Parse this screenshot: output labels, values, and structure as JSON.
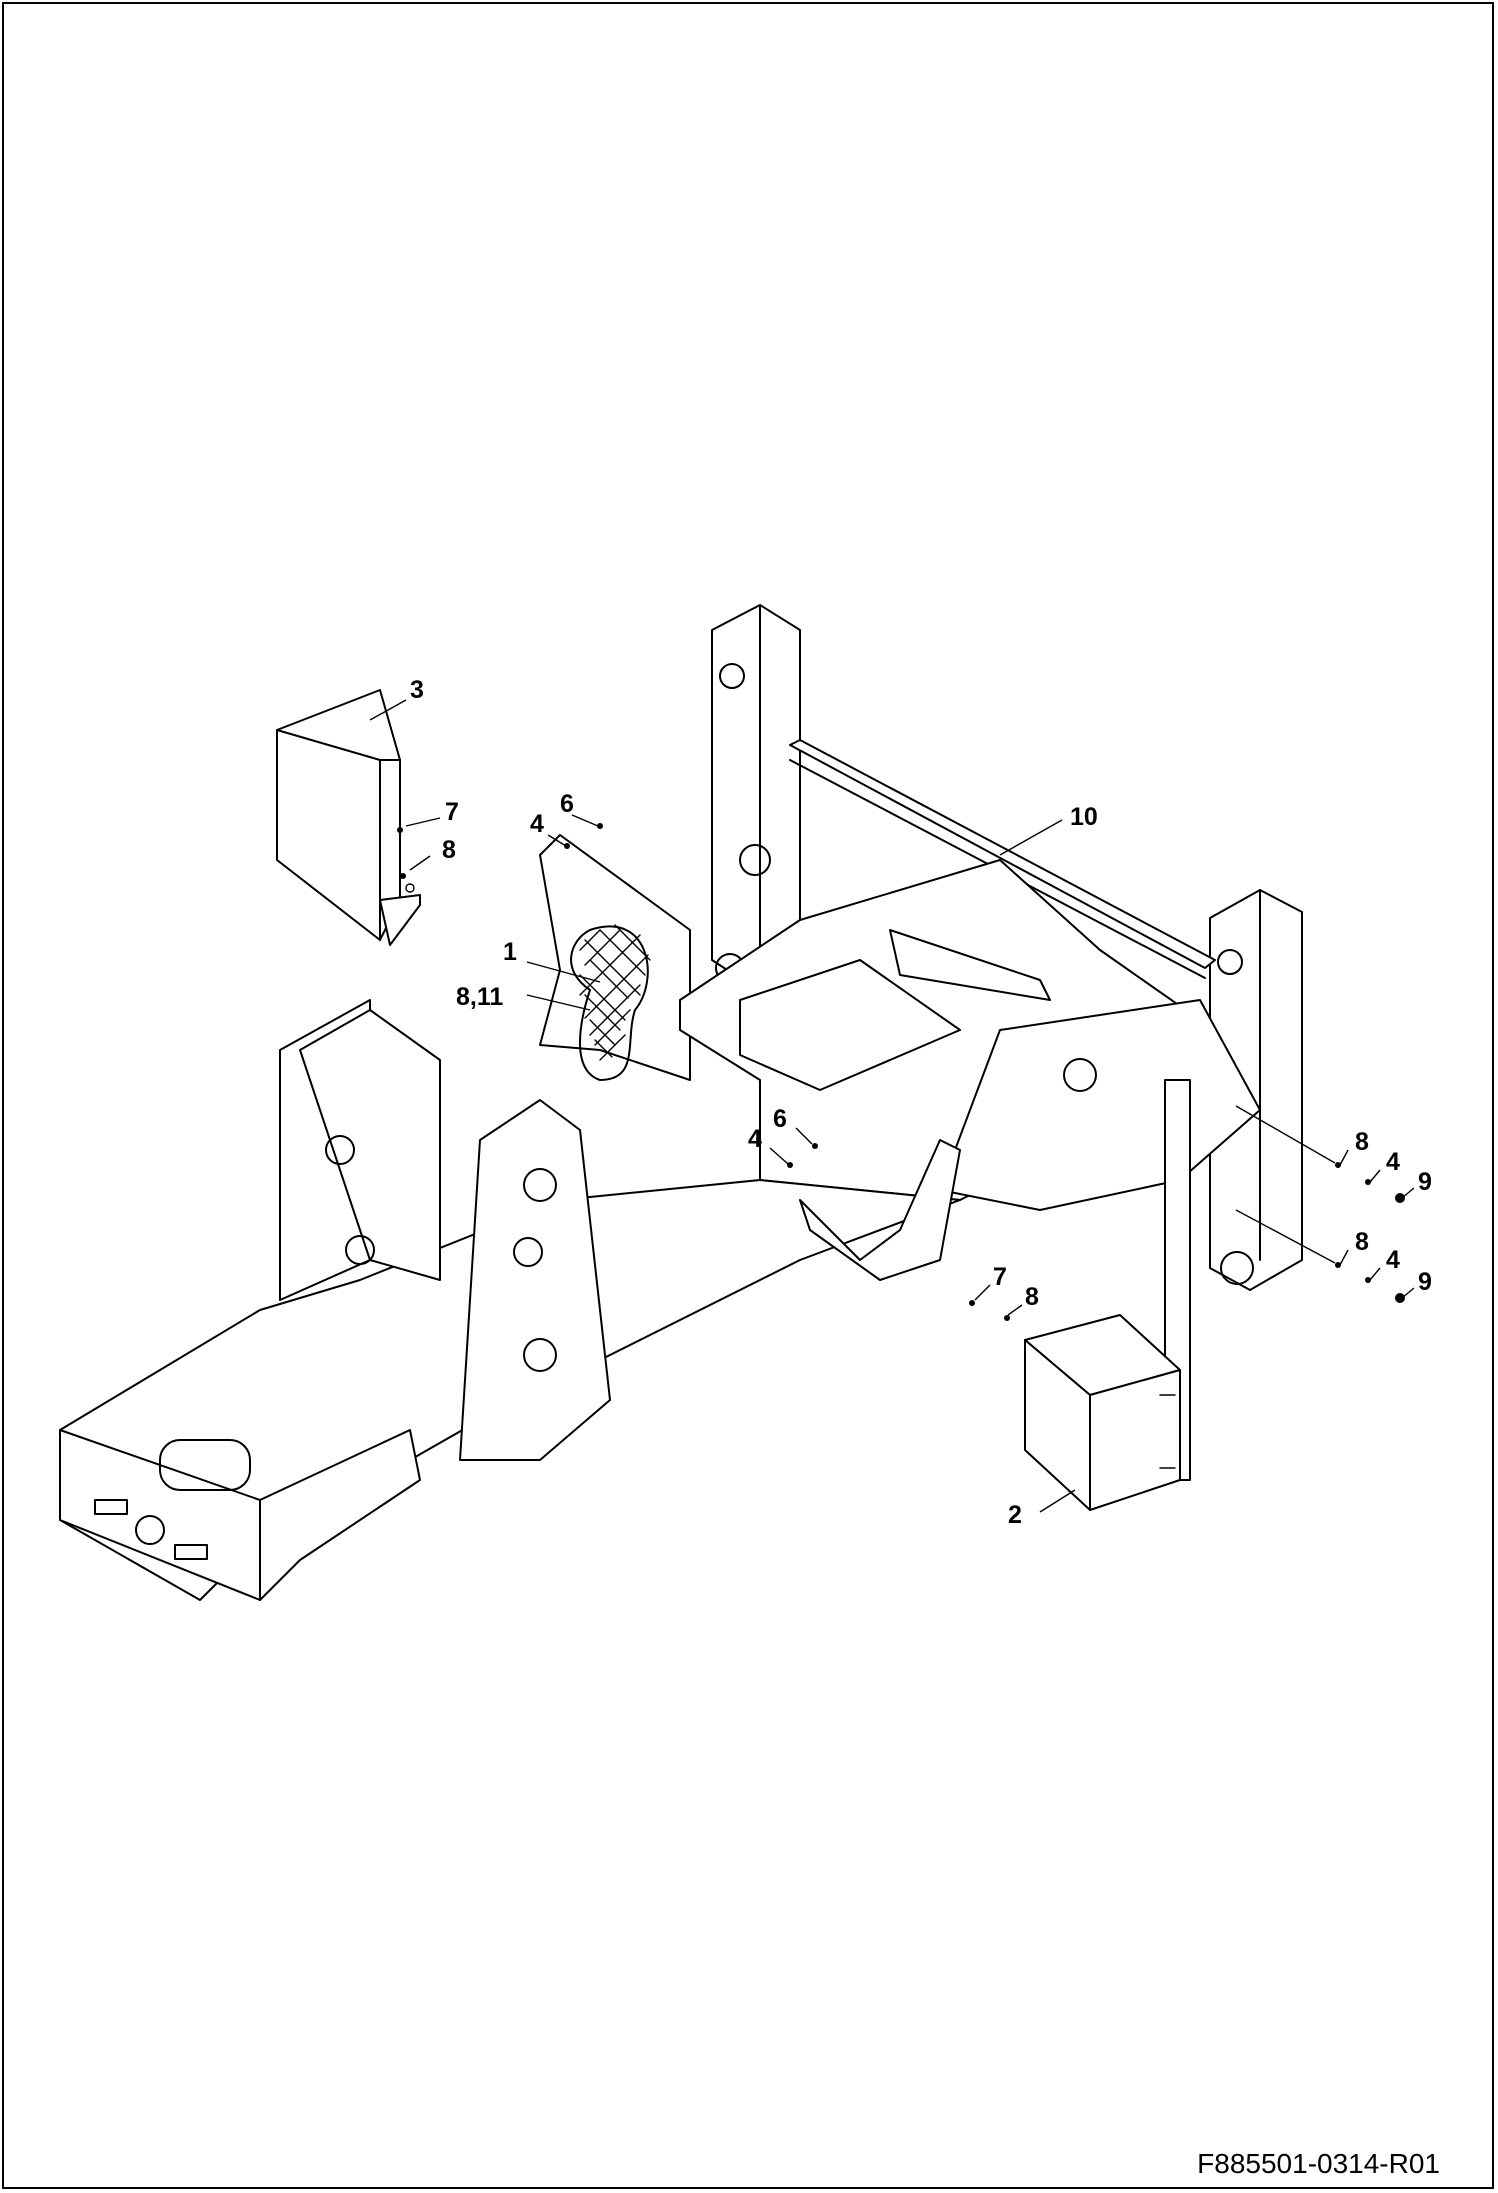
{
  "callouts": {
    "c3": "3",
    "c7a": "7",
    "c8a": "8",
    "c4a": "4",
    "c6a": "6",
    "c1": "1",
    "c811": "8,11",
    "c10": "10",
    "c4b": "4",
    "c6b": "6",
    "c8b": "8",
    "c4c": "4",
    "c9a": "9",
    "c8c": "8",
    "c4d": "4",
    "c9b": "9",
    "c7b": "7",
    "c8d": "8",
    "c2": "2"
  },
  "document_number": "F885501-0314-R01"
}
